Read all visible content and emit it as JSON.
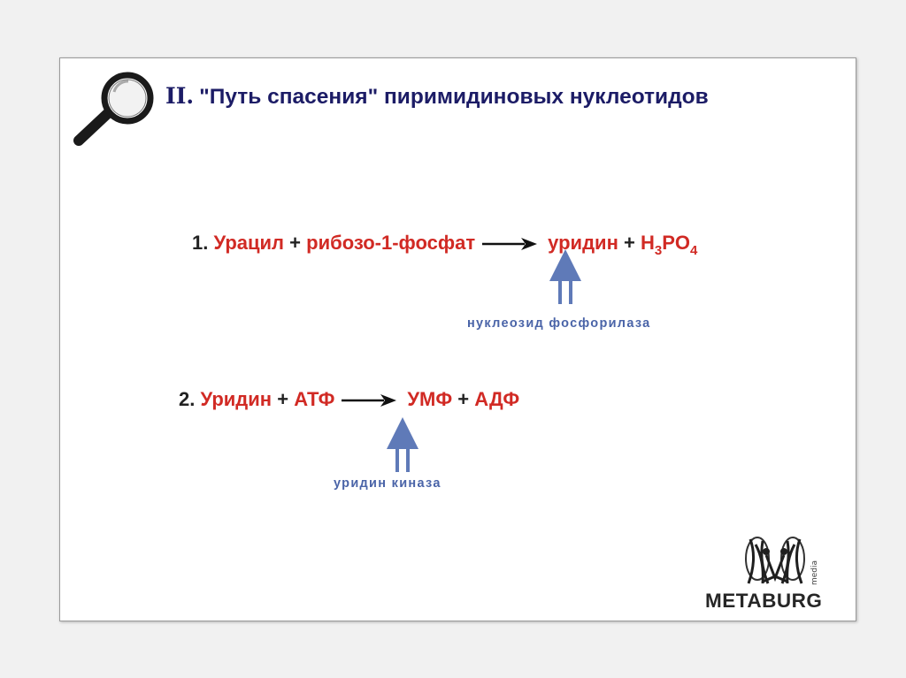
{
  "slide": {
    "title_roman": "II.",
    "title_text": "\"Путь спасения\" пиримидиновых нуклеотидов",
    "reactions": [
      {
        "number": "1.",
        "substrate_a": "Урацил",
        "plus1": "+",
        "substrate_b": "рибозо-1-фосфат",
        "product_a": "уридин",
        "plus2": "+",
        "product_b_base": "H",
        "product_b_sub1": "3",
        "product_b_mid": "PO",
        "product_b_sub2": "4",
        "enzyme": "нуклеозид фосфорилаза"
      },
      {
        "number": "2.",
        "substrate_a": "Уридин",
        "plus1": "+",
        "substrate_b": "АТФ",
        "product_a": "УМФ",
        "plus2": "+",
        "product_b": "АДФ",
        "enzyme": "уридин киназа"
      }
    ],
    "logo": {
      "word": "METABURG",
      "sub": "media"
    },
    "icons": {
      "magnifier": "magnifier-icon",
      "reaction_arrow": "right-arrow-icon",
      "enzyme_arrow": "up-arrow-icon"
    },
    "colors": {
      "title": "#1c1c66",
      "compound": "#d12a24",
      "enzyme": "#4a64a8",
      "text": "#222222"
    }
  }
}
